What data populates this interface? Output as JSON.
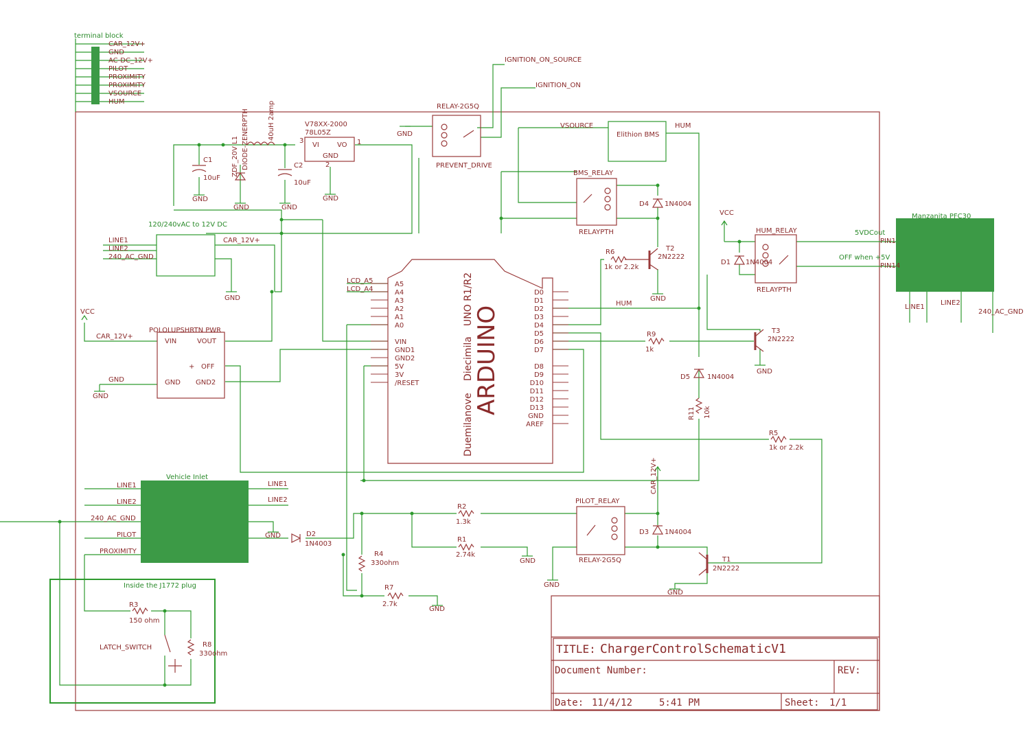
{
  "colors": {
    "frame": "#9a3a3a",
    "net": "#2e9a2e",
    "part": "#9a3a3a",
    "module_fill": "#3c9a46",
    "text_red": "#8a2a2a",
    "text_green": "#2a8a2a"
  },
  "terminal_block": {
    "title": "terminal block",
    "pins": [
      "CAR_12V+",
      "GND",
      "AC-DC_12V+",
      "PILOT",
      "PROXIMITY",
      "PROXIMITY",
      "VSOURCE",
      "HUM"
    ]
  },
  "power": {
    "ac_dc_label": "120/240vAC to 12V DC",
    "line1": "LINE1",
    "line2": "LINE2",
    "ac_gnd": "240_AC_GND",
    "car12v": "CAR_12V+",
    "gnd": "GND",
    "regulator_name": "V78XX-2000",
    "regulator_value": "78L05Z",
    "reg_vi": "VI",
    "reg_vo": "VO",
    "reg_gnd": "GND",
    "reg_pin1": "1",
    "reg_pin2": "2",
    "reg_pin3": "3",
    "c1_name": "C1",
    "c1_value": "10uF",
    "c2_name": "C2",
    "c2_value": "10uF",
    "zener_name": "ZDF_20V L1",
    "zener_value": "DIODE-ZENERPTH",
    "inductor_value": "40uH 2amp"
  },
  "pololu": {
    "name": "POLOLUPSHRTN PWR",
    "vin": "VIN",
    "vout": "VOUT",
    "off": "OFF",
    "gnd": "GND",
    "gnd2": "GND2",
    "vcc": "VCC",
    "car12v": "CAR_12V+",
    "gnd_net": "GND",
    "plus": "+"
  },
  "prevent_relay": {
    "name": "RELAY-2G5Q",
    "label": "PREVENT_DRIVE",
    "ign_source": "IGNITION_ON_SOURCE",
    "ign_on": "IGNITION_ON",
    "gnd": "GND"
  },
  "bms": {
    "name": "Elithion BMS",
    "vsource": "VSOURCE",
    "hum": "HUM",
    "relay_name": "BMS_RELAY",
    "relay_value": "RELAYPTH",
    "d4": "D4",
    "d4_value": "1N4004",
    "r6": "R6",
    "r6_value": "1k or 2.2k",
    "t2": "T2",
    "t2_value": "2N2222",
    "gnd": "GND"
  },
  "arduino": {
    "title": "ARDUINO",
    "line1": "UNO R1/R2",
    "line2": "Diecimila",
    "line3": "Duemilanove",
    "left_pins": [
      "A5",
      "A4",
      "A3",
      "A2",
      "A1",
      "A0",
      "VIN",
      "GND1",
      "GND2",
      "5V",
      "3V",
      "/RESET"
    ],
    "right_pins": [
      "D0",
      "D1",
      "D2",
      "D3",
      "D4",
      "D5",
      "D6",
      "D7",
      "D8",
      "D9",
      "D10",
      "D11",
      "D12",
      "D13",
      "GND",
      "AREF"
    ],
    "lcd_a5": "LCD_A5",
    "lcd_a4": "LCD_A4",
    "hum": "HUM"
  },
  "hum_relay": {
    "vcc": "VCC",
    "name": "HUM_RELAY",
    "value": "RELAYPTH",
    "d1": "D1",
    "d1_value": "1N4004",
    "r9": "R9",
    "r9_value": "1k",
    "t3": "T3",
    "t3_value": "2N2222",
    "gnd": "GND",
    "d5": "D5",
    "d5_value": "1N4004",
    "r11": "R11",
    "r11_value": "10k",
    "r5": "R5",
    "r5_value": "1k or 2.2k"
  },
  "manzanita": {
    "name": "Manzanita PFC30",
    "pin1": "PIN1",
    "pin14": "PIN14",
    "out5v": "5VDCout",
    "off5v": "OFF when +5V",
    "line1": "LINE1",
    "line2": "LINE2",
    "ac_gnd": "240_AC_GND"
  },
  "vehicle_inlet": {
    "name": "Vehicle Inlet",
    "left": [
      "LINE1",
      "LINE2",
      "240_AC_GND",
      "PILOT",
      "PROXIMITY"
    ],
    "right_line1": "LINE1",
    "right_line2": "LINE2",
    "gnd": "GND",
    "d2": "D2",
    "d2_value": "1N4003"
  },
  "pilot": {
    "r2": "R2",
    "r2_value": "1.3k",
    "r1": "R1",
    "r1_value": "2.74k",
    "gnd": "GND",
    "r4": "R4",
    "r4_value": "330ohm",
    "r7": "R7",
    "r7_value": "2.7k",
    "car12v": "CAR_12V+",
    "relay_name": "PILOT_RELAY",
    "relay_value": "RELAY-2G5Q",
    "d3": "D3",
    "d3_value": "1N4004",
    "t1": "T1",
    "t1_value": "2N2222"
  },
  "j1772": {
    "title": "Inside the J1772 plug",
    "r3": "R3",
    "r3_value": "150 ohm",
    "latch": "LATCH_SWITCH",
    "r8": "R8",
    "r8_value": "330ohm"
  },
  "title_block": {
    "title_label": "TITLE:",
    "title_value": "ChargerControlSchematicV1",
    "doc_label": "Document Number:",
    "rev_label": "REV:",
    "date_label": "Date:",
    "date_value": "11/4/12",
    "time_value": "5:41 PM",
    "sheet_label": "Sheet:",
    "sheet_value": "1/1"
  }
}
